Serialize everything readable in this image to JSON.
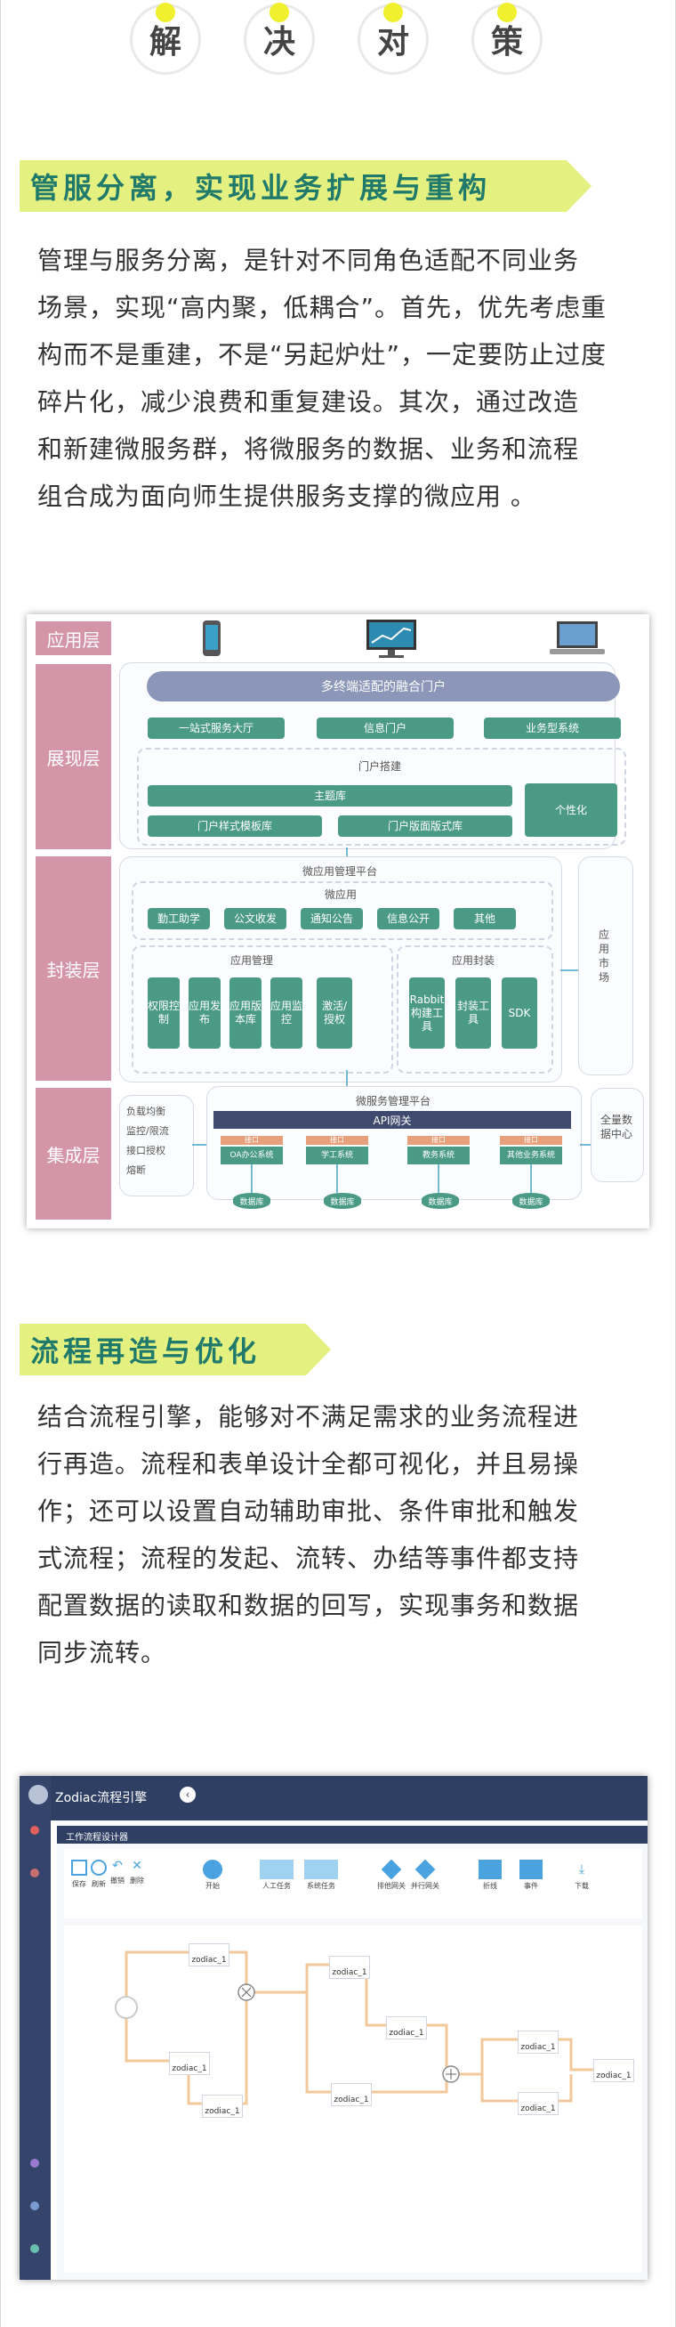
{
  "header_chars": [
    "解",
    "决",
    "对",
    "策"
  ],
  "section1": {
    "title": "管服分离，实现业务扩展与重构",
    "lines": [
      "管理与服务分离，是针对不同角色适配不同业务",
      "场景，实现“高内聚，低耦合”。首先，优先考虑重",
      "构而不是重建，不是“另起炉灶”，一定要防止过度",
      "碎片化，减少浪费和重复建设。其次，通过改造",
      "和新建微服务群，将微服务的数据、业务和流程",
      "组合成为面向师生提供服务支撑的微应用 。"
    ]
  },
  "arch": {
    "layers": {
      "app": "应用层",
      "show": "展现层",
      "pack": "封装层",
      "integ": "集成层"
    },
    "portal_bar": "多终端适配的融合门户",
    "portals": [
      "一站式服务大厅",
      "信息门户",
      "业务型系统"
    ],
    "portal_build": "门户搭建",
    "theme_lib": "主题库",
    "style_lib": "门户样式模板库",
    "layout_lib": "门户版面版式库",
    "personal": "个性化",
    "micro_platform": "微应用管理平台",
    "micro_app": "微应用",
    "micro_items": [
      "勤工助学",
      "公文收发",
      "通知公告",
      "信息公开",
      "其他"
    ],
    "app_manage": "应用管理",
    "app_manage_items": [
      "权限控制",
      "应用发布",
      "应用版本库",
      "应用监控",
      "激活/授权"
    ],
    "app_pack": "应用封装",
    "app_pack_items": [
      "Rabbit构建工具",
      "封装工具",
      "SDK"
    ],
    "market": "应用市场",
    "ms_platform": "微服务管理平台",
    "api_gateway": "API网关",
    "left_box": [
      "负载均衡",
      "监控/限流",
      "接口授权",
      "熔断"
    ],
    "right_box": "全量数据中心",
    "port": "接口",
    "systems": [
      "OA办公系统",
      "学工系统",
      "教务系统",
      "其他业务系统"
    ],
    "db": "数据库"
  },
  "section2": {
    "title": "流程再造与优化",
    "lines": [
      "结合流程引擎，能够对不满足需求的业务流程进",
      "行再造。流程和表单设计全都可视化，并且易操",
      "作；还可以设置自动辅助审批、条件审批和触发",
      "式流程；流程的发起、流转、办结等事件都支持",
      "配置数据的读取和数据的回写，实现事务和数据",
      "同步流转。"
    ]
  },
  "flow": {
    "app_title": "Zodiac流程引擎",
    "tab": "工作流程设计器",
    "tools": [
      "保存",
      "刷新",
      "撤销",
      "删除",
      "开始",
      "人工任务",
      "系统任务",
      "排他网关",
      "并行网关",
      "折线",
      "事件",
      "下载"
    ],
    "node": "zodiac_1",
    "colors": {
      "nav": "#2f3f63",
      "accent": "#4aa3df",
      "line": "#f2c89a"
    }
  }
}
